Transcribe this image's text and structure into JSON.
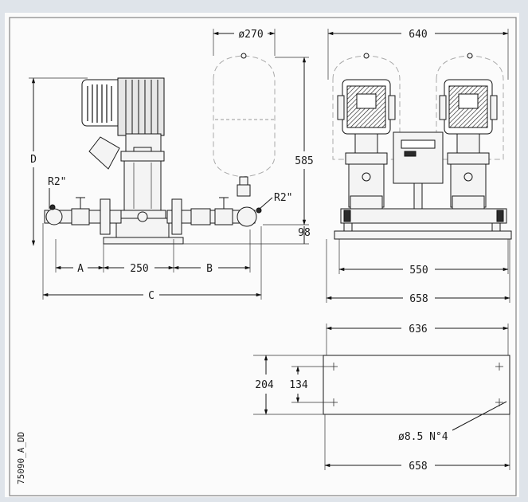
{
  "document_code": "75090_A_DD",
  "dimensions": {
    "tank_diameter": "ø270",
    "total_width_front": "640",
    "height_total": "D",
    "tank_height": "585",
    "base_height": "98",
    "connection_left": "R2\"",
    "connection_right": "R2\"",
    "inlet_spacing": "A",
    "pump_spacing": "250",
    "outlet_spacing": "B",
    "overall_length": "C",
    "frame_width": "550",
    "base_width": "658",
    "plan_width": "636",
    "plan_depth": "204",
    "hole_spacing": "134",
    "hole_spec": "ø8.5 N°4",
    "plan_overall": "658"
  }
}
